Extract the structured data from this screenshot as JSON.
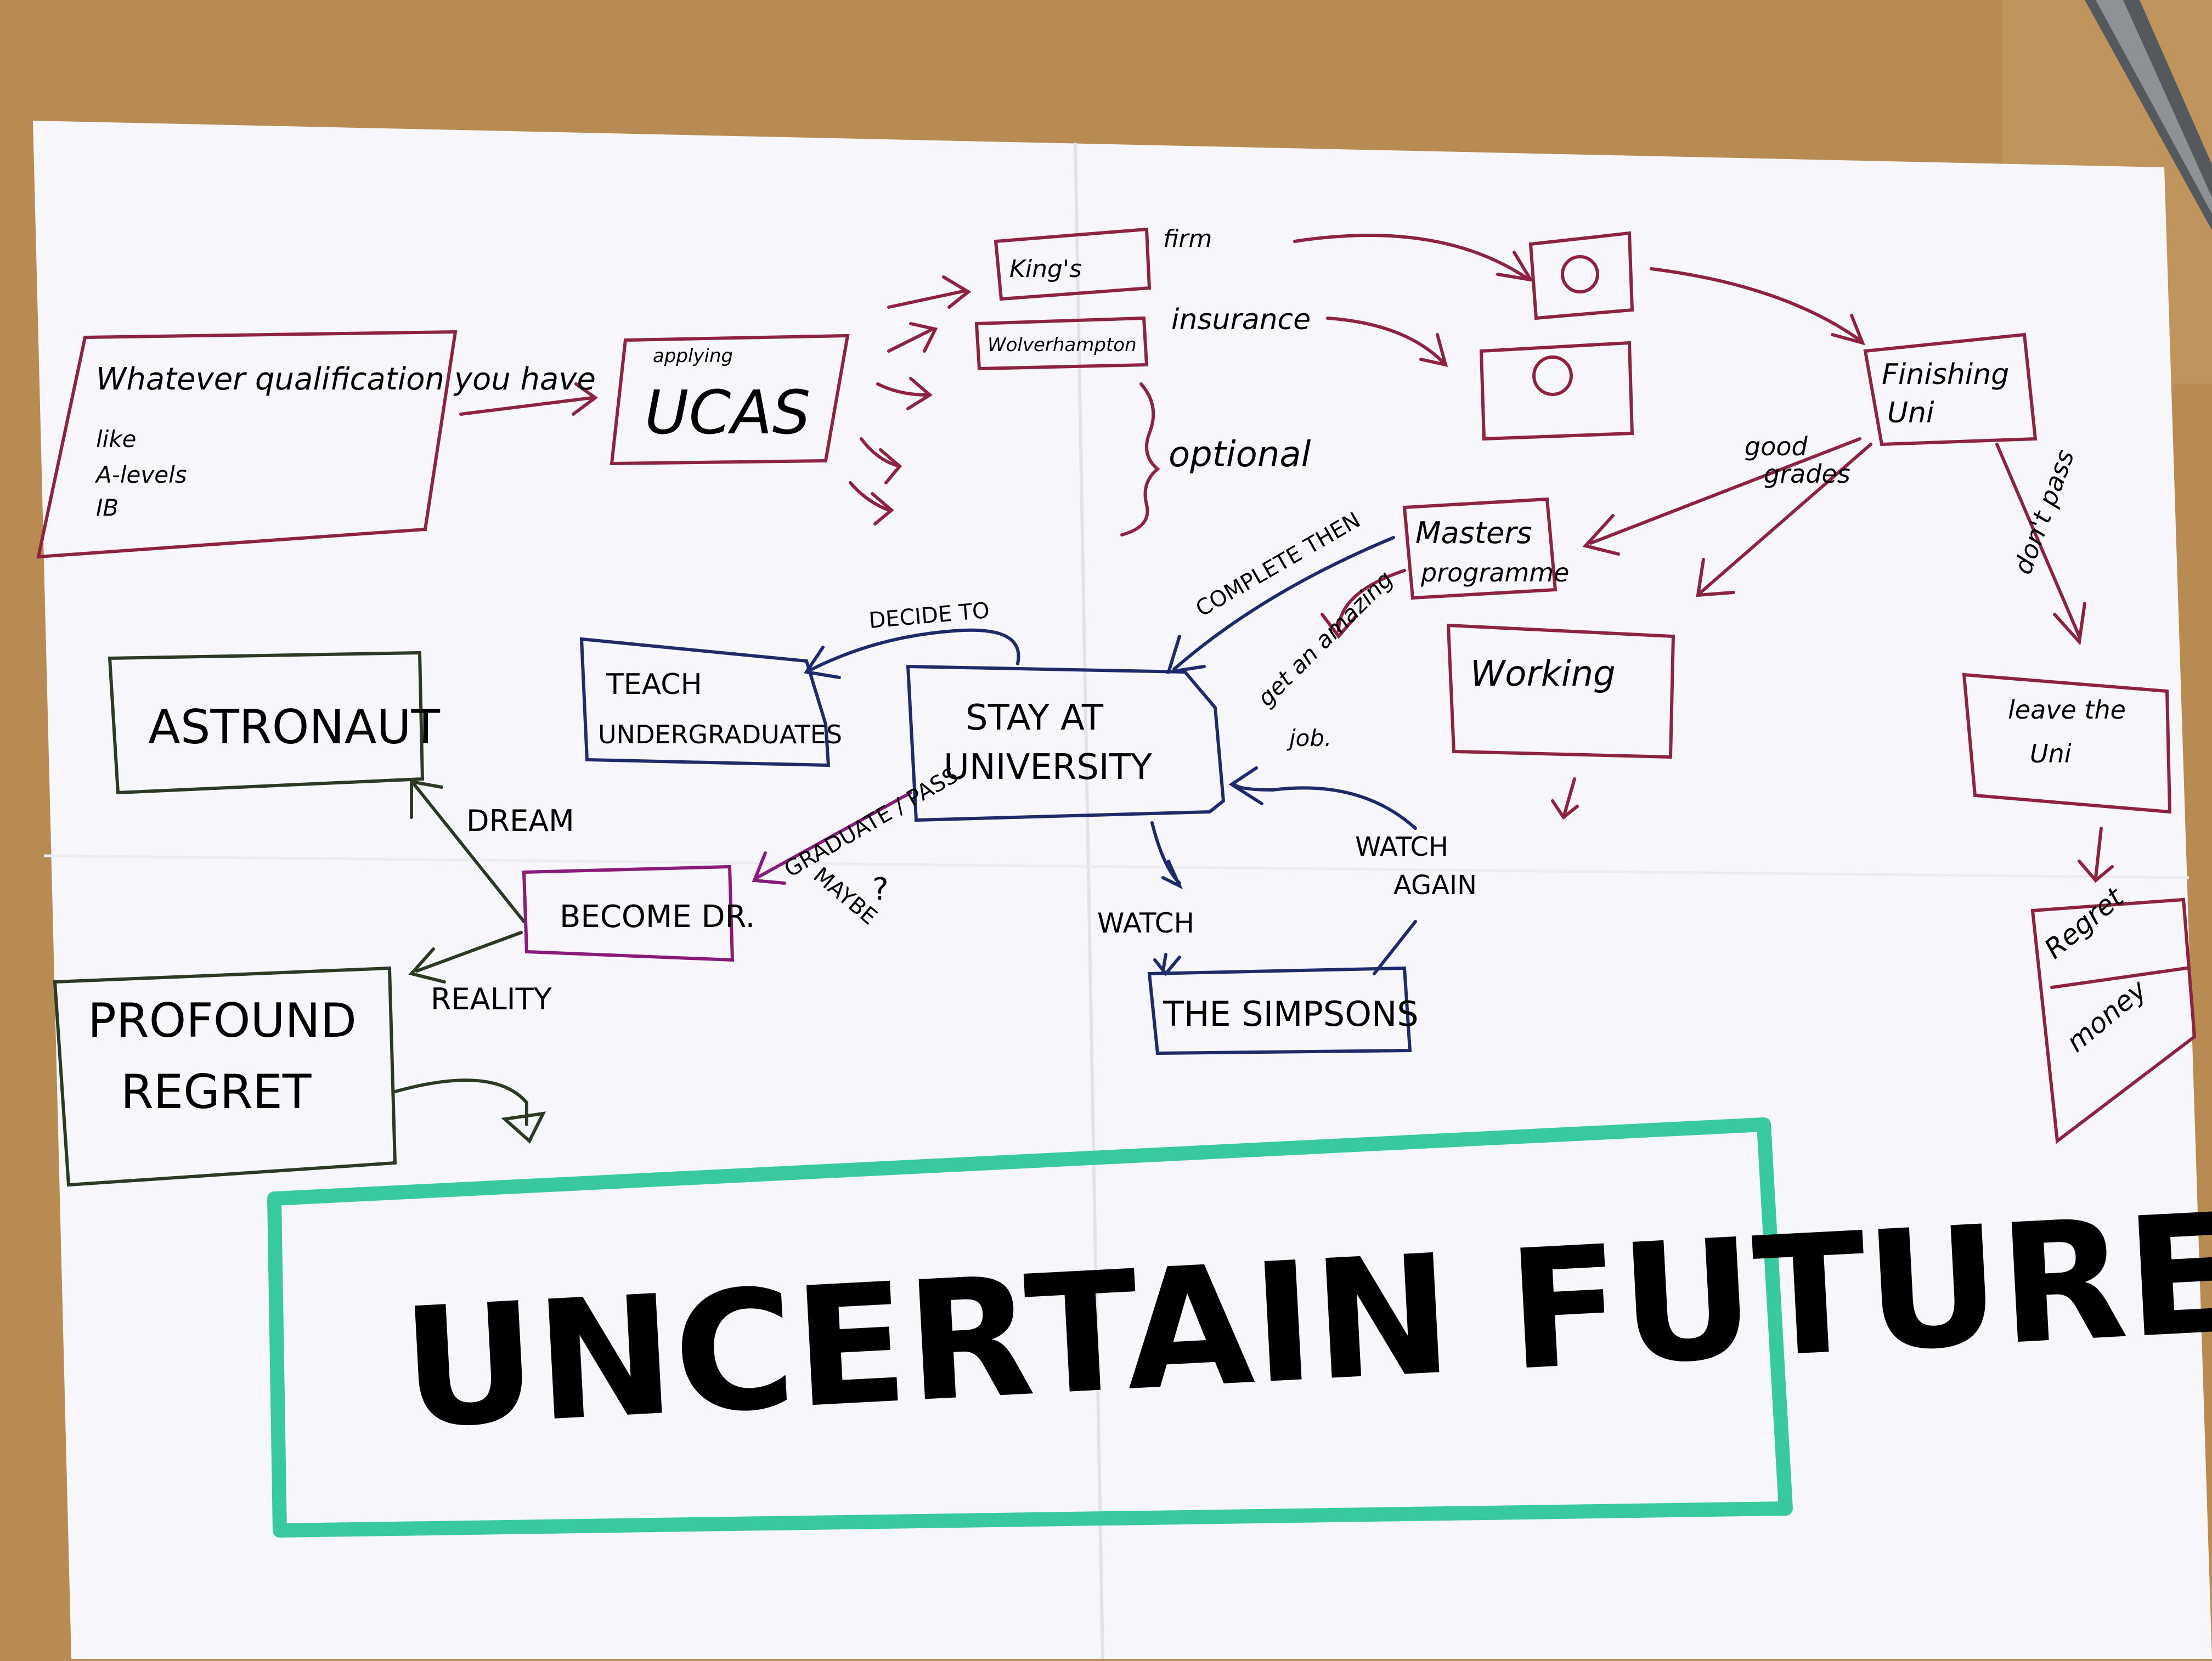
{
  "colors": {
    "desk": "#b98d55",
    "paper": "#f8f8fa",
    "red_ink": "#8d2340",
    "blue_ink": "#1f2a6b",
    "green_ink": "#2b3a22",
    "purple_ink": "#8a1a7a",
    "teal_marker": "#39c9a0"
  },
  "nodes": {
    "qualifications": {
      "text_1": "Whatever qualification you have",
      "text_2": "like",
      "text_3": "A-levels",
      "text_4": "IB"
    },
    "ucas": {
      "small": "applying",
      "big": "UCAS"
    },
    "kings": "King's",
    "wolverhampton": "Wolverhampton",
    "firm_label": "firm",
    "insurance_label": "insurance",
    "optional_label": "optional",
    "finishing_uni": {
      "line_1": "Finishing",
      "line_2": "Uni"
    },
    "good_grades": {
      "line_1": "good",
      "line_2": "grades"
    },
    "dont_pass": "don't pass",
    "masters": {
      "line_1": "Masters",
      "line_2": "programme"
    },
    "amazing_job": {
      "line_1": "get an amazing",
      "line_2": "job."
    },
    "working": "Working",
    "leave_uni": {
      "line_1": "leave the",
      "line_2": "Uni"
    },
    "regret_money": {
      "line_1": "Regret",
      "line_2": "money"
    },
    "complete_then": "COMPLETE THEN",
    "decide_to": "DECIDE TO",
    "teach": {
      "line_1": "TEACH",
      "line_2": "UNDERGRADUATES"
    },
    "stay_at_university": {
      "line_1": "STAY AT",
      "line_2": "UNIVERSITY"
    },
    "graduate_pass": "GRADUATE / PASS",
    "maybe": "MAYBE",
    "question": "?",
    "astronaut": "ASTRONAUT",
    "dream": "DREAM",
    "become_dr": "BECOME DR.",
    "reality": "REALITY",
    "profound_regret": {
      "line_1": "PROFOUND",
      "line_2": "REGRET"
    },
    "watch": "WATCH",
    "watch_again": {
      "line_1": "WATCH",
      "line_2": "AGAIN"
    },
    "simpsons": "THE SIMPSONS",
    "uncertain_future": "UNCERTAIN FUTURE?"
  }
}
